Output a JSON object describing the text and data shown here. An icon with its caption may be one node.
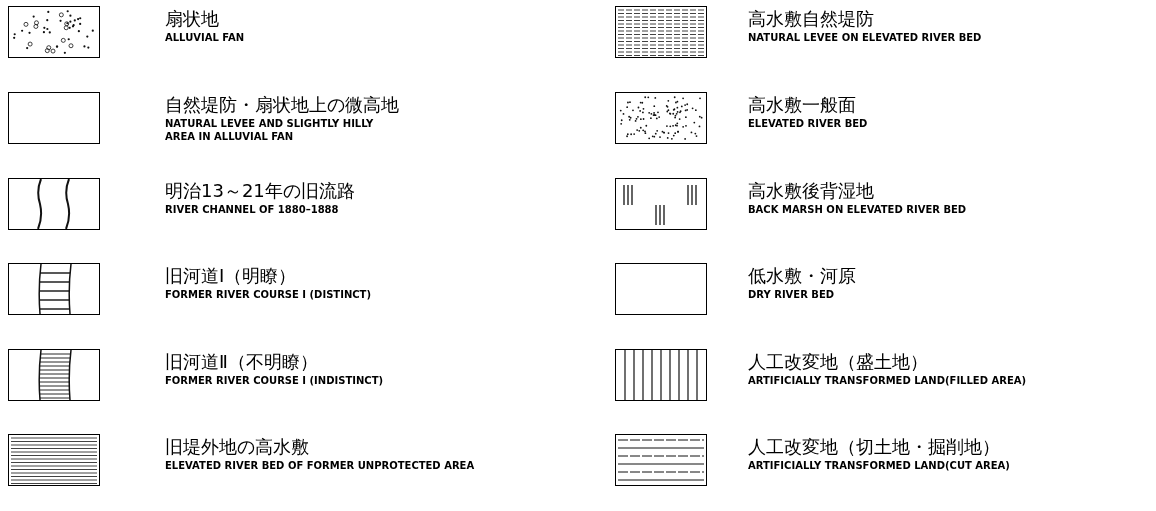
{
  "diagram": {
    "nodes": [
      {
        "text": [],
        "shape": "box",
        "beside": [
          "扇状地",
          "ALLUVIAL FAN"
        ]
      },
      {
        "text": [],
        "shape": "box",
        "beside": [
          "自然堤防・扇状地上の微高地",
          "NATURAL LEVEE AND SLIGHTLY HILLY AREA IN ALLUVIAL FAN"
        ]
      },
      {
        "text": [],
        "shape": "box",
        "beside": [
          "明治13～21年の旧流路",
          "RIVER CHANNEL OF 1880–1888"
        ]
      },
      {
        "text": [],
        "shape": "box",
        "beside": [
          "旧河道Ⅰ（明瞭）",
          "FORMER RIVER COURSE I (DISTINCT)"
        ]
      },
      {
        "text": [],
        "shape": "box",
        "beside": [
          "旧河道Ⅱ（不明瞭）",
          "FORMER RIVER COURSE I (INDISTINCT)"
        ]
      },
      {
        "text": [],
        "shape": "box",
        "beside": [
          "旧堤外地の高水敷",
          "ELEVATED RIVER BED OF FORMER UNPROTECTED AREA"
        ]
      },
      {
        "text": [],
        "shape": "box",
        "beside": [
          "高水敷自然堤防",
          "NATURAL LEVEE ON ELEVATED RIVER BED"
        ]
      },
      {
        "text": [],
        "shape": "box",
        "beside": [
          "高水敷一般面",
          "ELEVATED RIVER BED"
        ]
      },
      {
        "text": [],
        "shape": "box",
        "beside": [
          "高水敷後背湿地",
          "BACK MARSH ON ELEVATED RIVER BED"
        ]
      },
      {
        "text": [],
        "shape": "box",
        "beside": [
          "低水敷・河原",
          "DRY RIVER BED"
        ]
      },
      {
        "text": [],
        "shape": "box",
        "beside": [
          "人工改変地（盛土地）",
          "ARTIFICIALLY TRANSFORMED LAND(FILLED AREA)"
        ]
      },
      {
        "text": [],
        "shape": "box",
        "beside": [
          "人工改変地（切土地・掘削地）",
          "ARTIFICIALLY TRANSFORMED LAND(CUT AREA)"
        ]
      }
    ]
  }
}
